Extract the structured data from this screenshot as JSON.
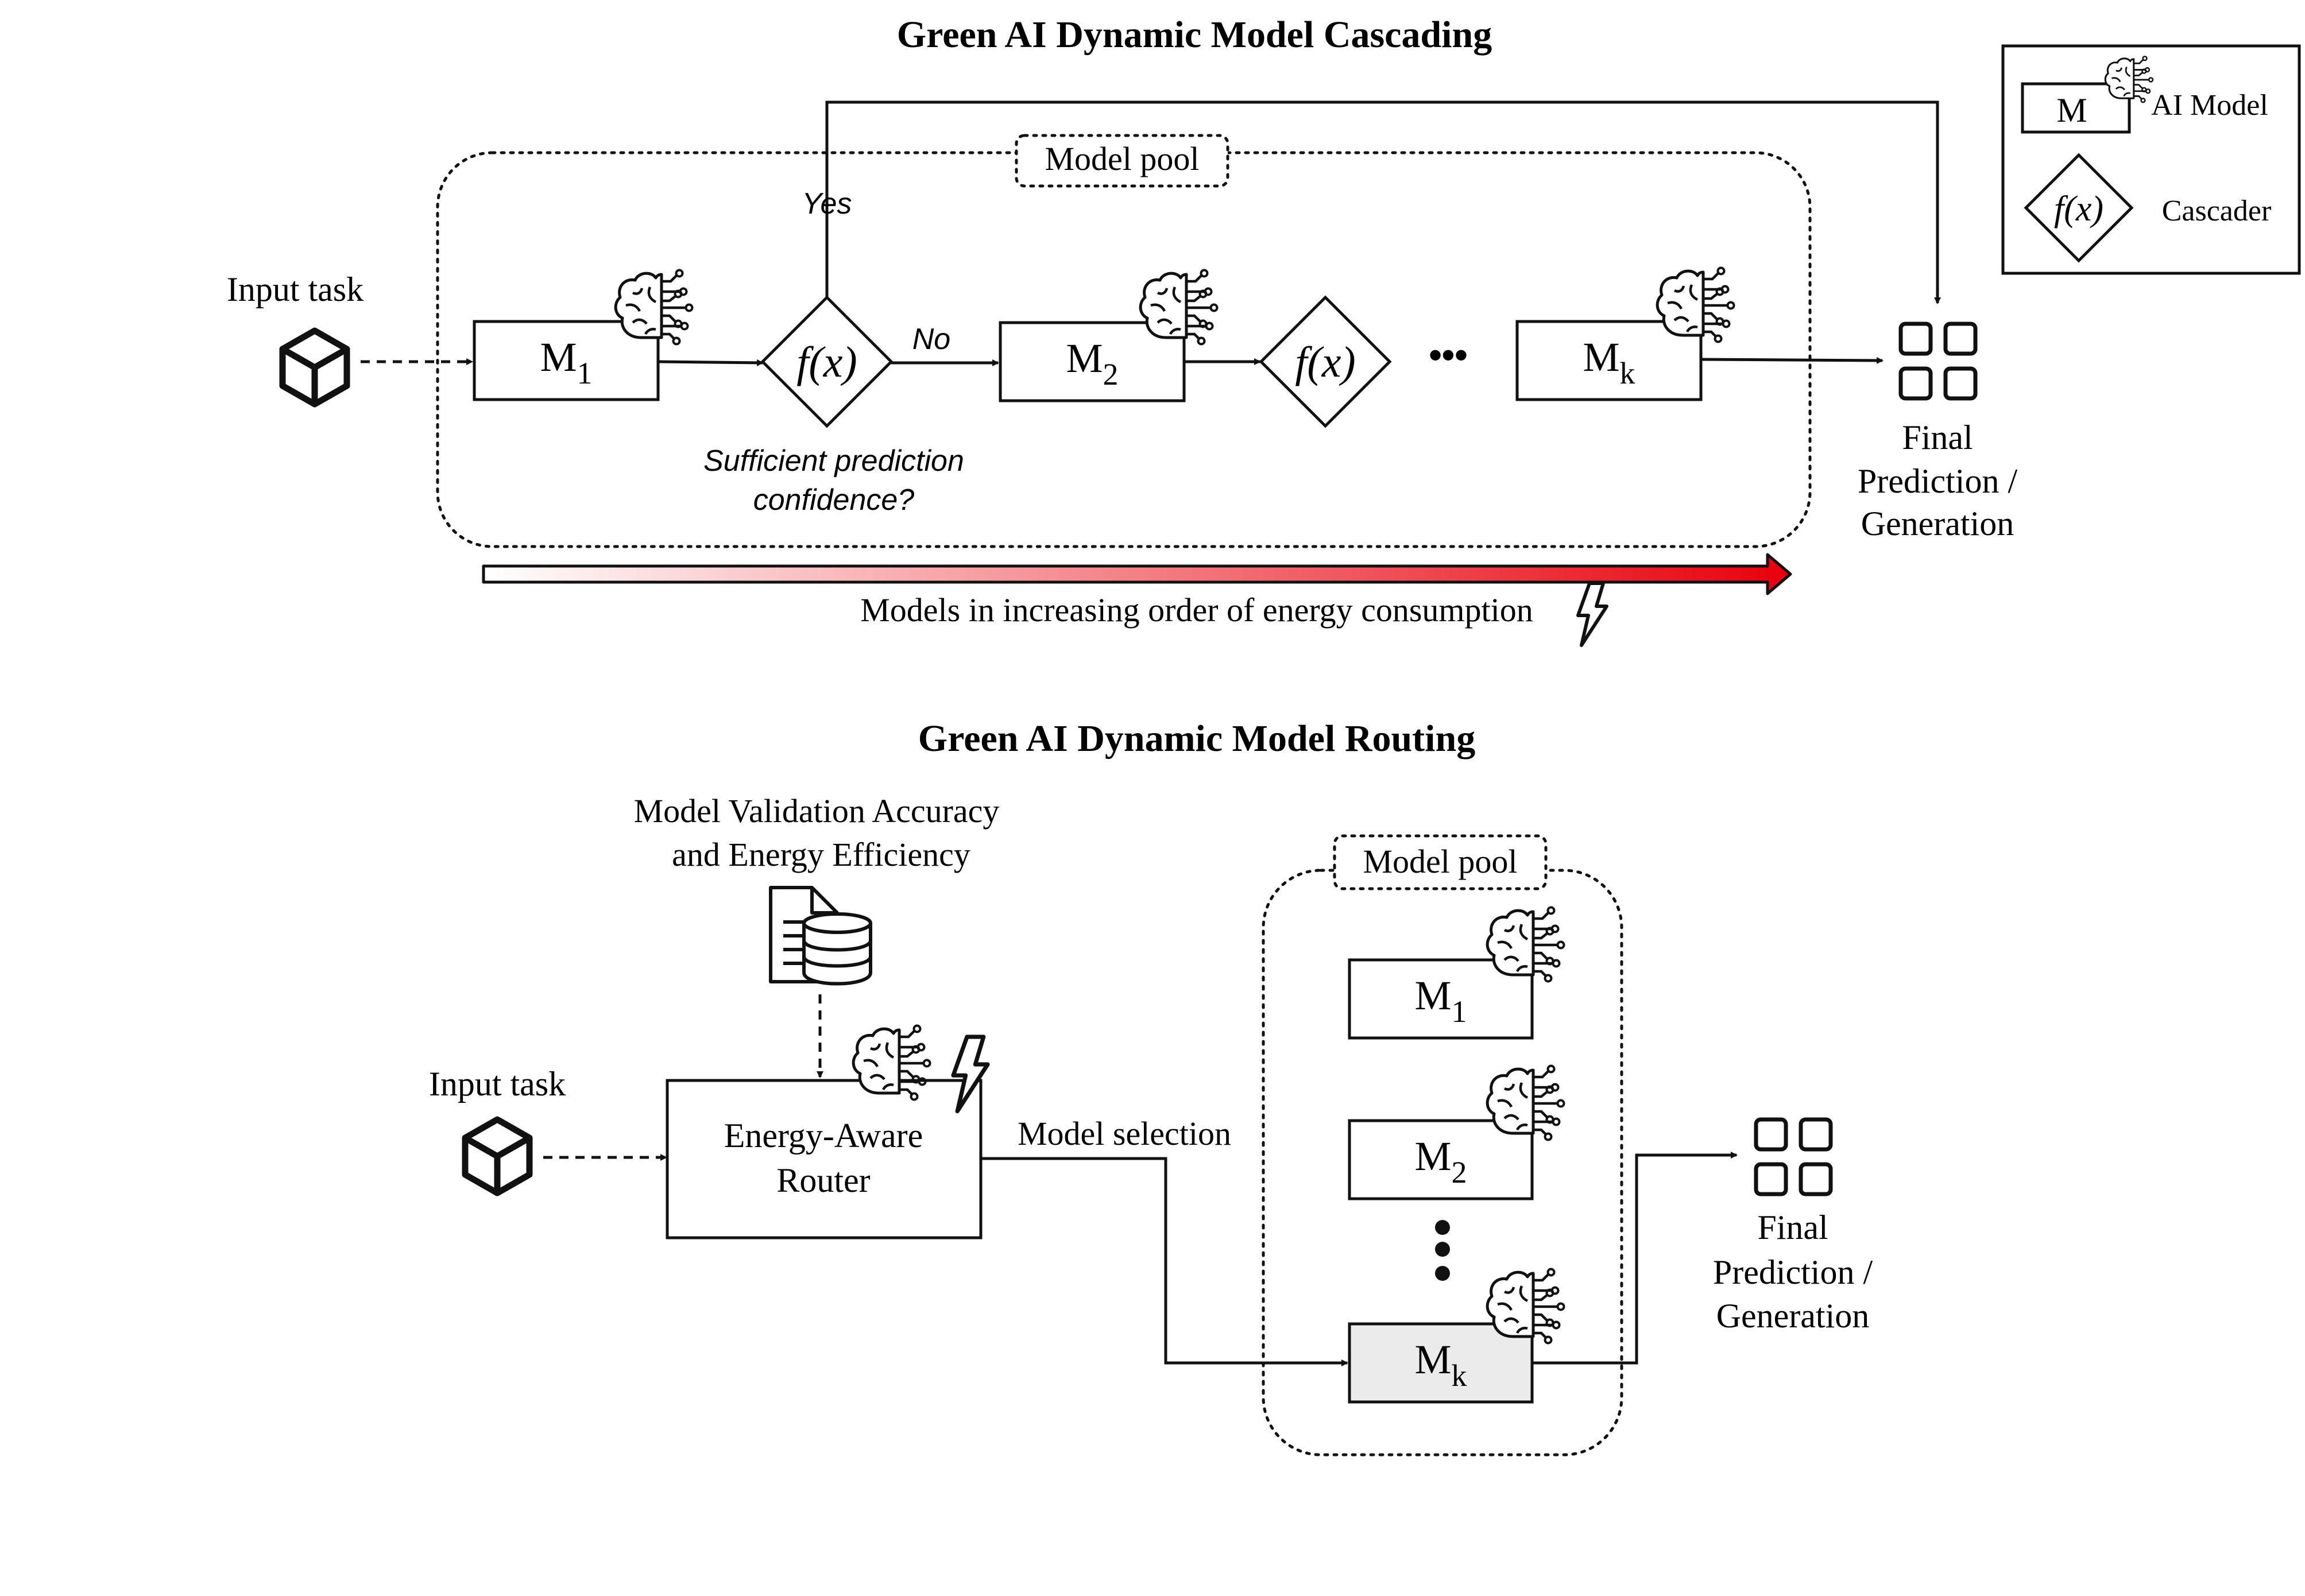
{
  "cascading": {
    "title": "Green AI Dynamic Model Cascading",
    "pool_label": "Model pool",
    "input_label": "Input task",
    "models": [
      {
        "base": "M",
        "sub": "1"
      },
      {
        "base": "M",
        "sub": "2"
      },
      {
        "base": "M",
        "sub": "k"
      }
    ],
    "cascader_label": "f(x)",
    "yes_label": "Yes",
    "no_label": "No",
    "question_line1": "Sufficient prediction",
    "question_line2": "confidence?",
    "ellipsis": "•••",
    "output_line1": "Final",
    "output_line2": "Prediction /",
    "output_line3": "Generation",
    "energy_axis_label": "Models in increasing order of energy consumption",
    "energy_gradient_from": "#ffffff",
    "energy_gradient_to": "#e8000b"
  },
  "legend": {
    "model_symbol": "M",
    "model_label": "AI Model",
    "cascader_symbol": "f(x)",
    "cascader_label": "Cascader"
  },
  "routing": {
    "title": "Green AI Dynamic Model Routing",
    "data_line1": "Model Validation Accuracy",
    "data_line2": "and Energy Efficiency",
    "input_label": "Input task",
    "router_line1": "Energy-Aware",
    "router_line2": "Router",
    "selection_label": "Model selection",
    "pool_label": "Model pool",
    "models": [
      {
        "base": "M",
        "sub": "1"
      },
      {
        "base": "M",
        "sub": "2"
      },
      {
        "base": "M",
        "sub": "k"
      }
    ],
    "selected_fill": "#ebebeb",
    "output_line1": "Final",
    "output_line2": "Prediction /",
    "output_line3": "Generation"
  }
}
